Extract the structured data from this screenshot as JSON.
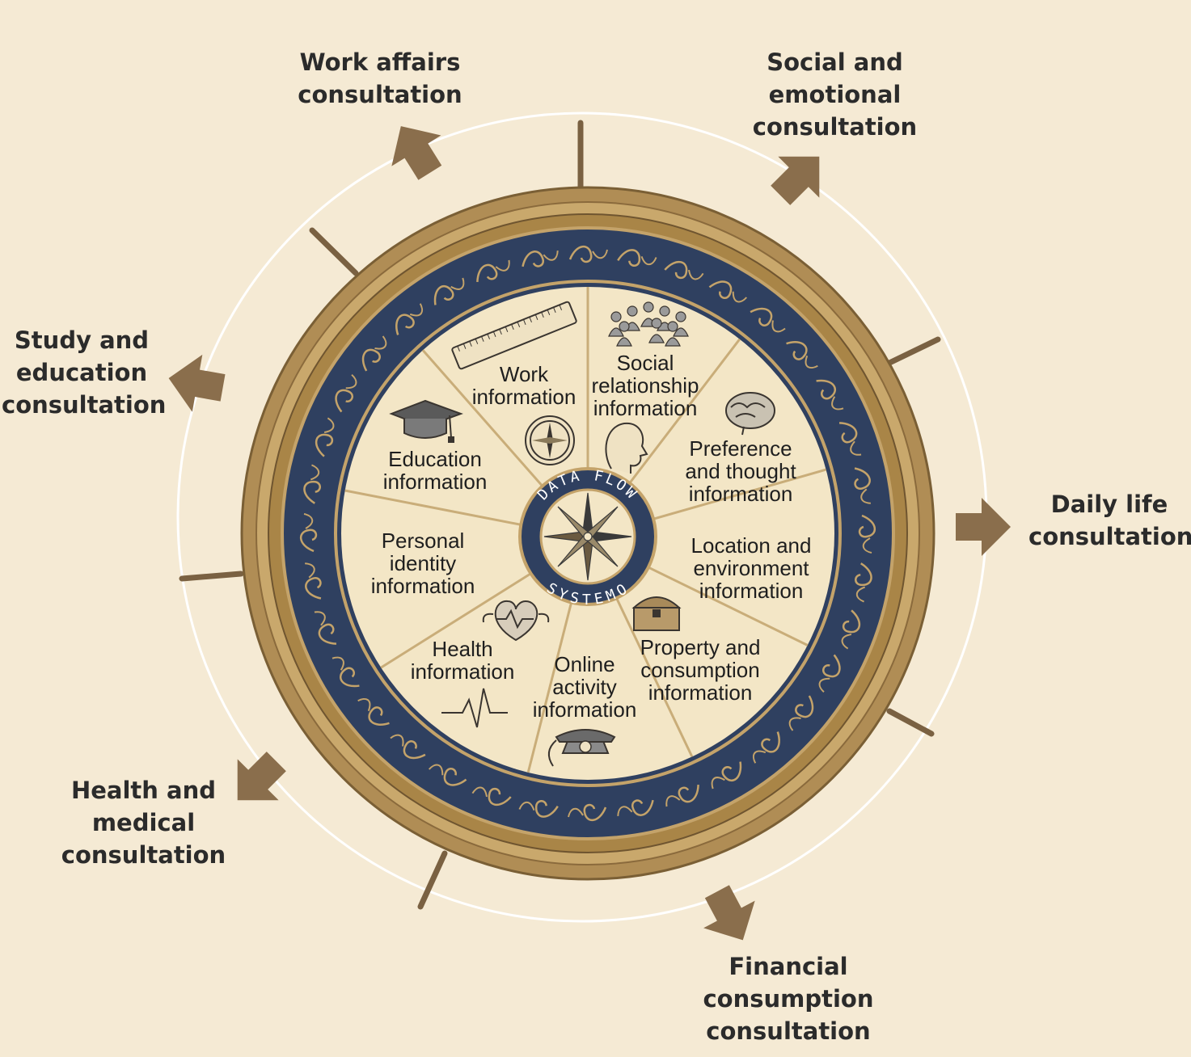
{
  "center": {
    "top_text": "DATA FLOW",
    "bottom_text": "SYSTEMO"
  },
  "segments": [
    {
      "name": "work-information",
      "lines": [
        "Work",
        "information"
      ],
      "icon": "ruler-icon"
    },
    {
      "name": "social-relationship-information",
      "lines": [
        "Social",
        "relationship",
        "information"
      ],
      "icon": "people-icon"
    },
    {
      "name": "preference-and-thought-information",
      "lines": [
        "Preference",
        "and thought",
        "information"
      ],
      "icon": "brain-icon"
    },
    {
      "name": "location-and-environment-information",
      "lines": [
        "Location and",
        "environment",
        "information"
      ],
      "icon": ""
    },
    {
      "name": "property-and-consumption-information",
      "lines": [
        "Property and",
        "consumption",
        "information"
      ],
      "icon": "treasure-chest-icon"
    },
    {
      "name": "online-activity-information",
      "lines": [
        "Online",
        "activity",
        "information"
      ],
      "icon": "telephone-icon"
    },
    {
      "name": "health-information",
      "lines": [
        "Health",
        "information"
      ],
      "icon": "heartbeat-icon"
    },
    {
      "name": "personal-identity-information",
      "lines": [
        "Personal",
        "identity",
        "information"
      ],
      "icon": ""
    },
    {
      "name": "education-information",
      "lines": [
        "Education",
        "information"
      ],
      "icon": "graduation-cap-icon"
    }
  ],
  "consultations": [
    {
      "name": "work-affairs-consultation",
      "text": "Work affairs\nconsultation"
    },
    {
      "name": "social-and-emotional-consultation",
      "text": "Social and\nemotional\nconsultation"
    },
    {
      "name": "daily-life-consultation",
      "text": "Daily life\nconsultation"
    },
    {
      "name": "financial-consumption-consultation",
      "text": "Financial\nconsumption\nconsultation"
    },
    {
      "name": "health-and-medical-consultation",
      "text": "Health and\nmedical\nconsultation"
    },
    {
      "name": "study-and-education-consultation",
      "text": "Study and\neducation\nconsultation"
    }
  ],
  "colors": {
    "background": "#f5ead4",
    "bronze": "#a8864f",
    "navy": "#2f4060",
    "arrow": "#8a6e4c",
    "parchment": "#f3e6c6"
  }
}
